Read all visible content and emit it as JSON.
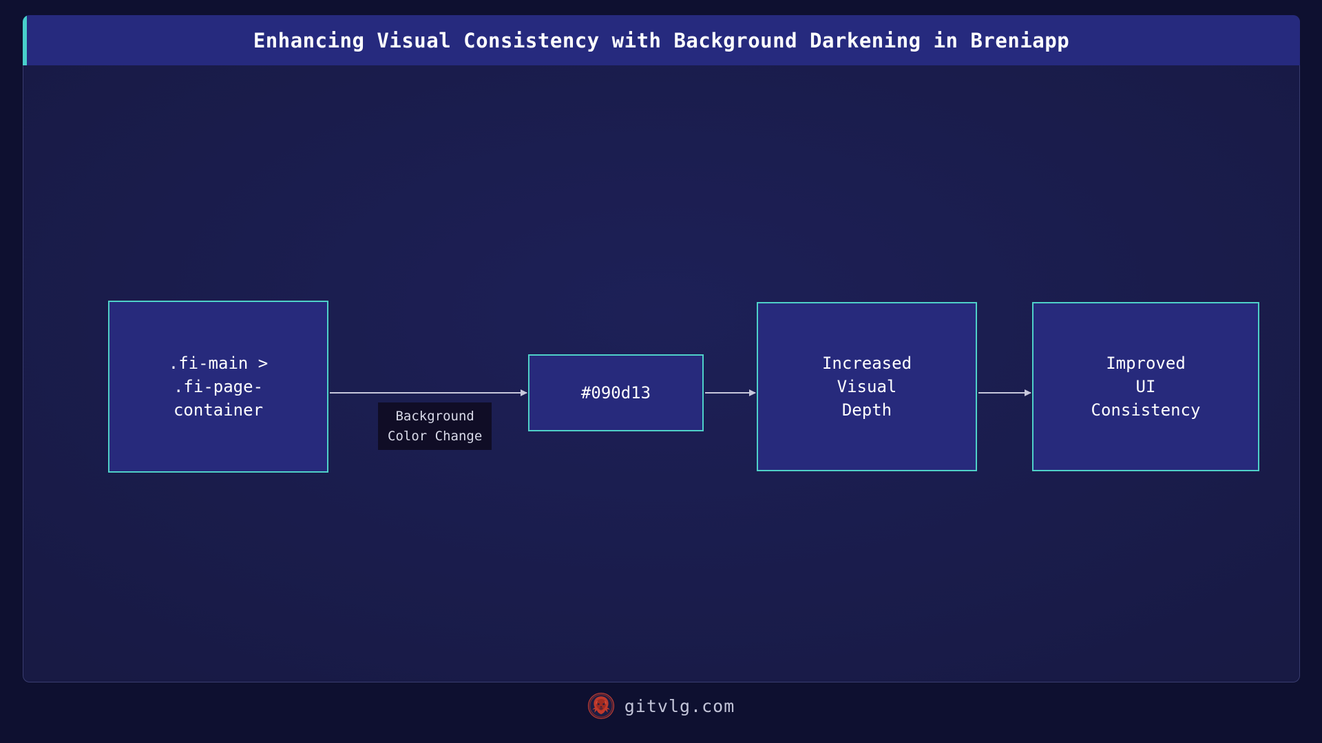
{
  "header": {
    "title": "Enhancing Visual Consistency with Background Darkening in Breniapp",
    "accent_color": "#48cfcb",
    "background_color": "#262a7e"
  },
  "canvas": {
    "background_color": "#1a1d4a",
    "node_border_color": "#4fd1c9",
    "node_fill_color": "#272a7c",
    "edge_color": "#c8c8dc"
  },
  "diagram": {
    "nodes": [
      {
        "id": "node-0",
        "label": ".fi-main >\n.fi-page-\ncontainer"
      },
      {
        "id": "node-1",
        "label": "#090d13"
      },
      {
        "id": "node-2",
        "label": "Increased\nVisual\nDepth"
      },
      {
        "id": "node-3",
        "label": "Improved\nUI\nConsistency"
      }
    ],
    "edges": [
      {
        "id": "edge-0",
        "from": "node-0",
        "to": "node-1",
        "label": "Background\nColor Change"
      },
      {
        "id": "edge-1",
        "from": "node-1",
        "to": "node-2",
        "label": ""
      },
      {
        "id": "edge-2",
        "from": "node-2",
        "to": "node-3",
        "label": ""
      }
    ]
  },
  "footer": {
    "site": "gitvlg.com",
    "logo_color": "#c0392b",
    "logo_background": "#1b1d44"
  }
}
